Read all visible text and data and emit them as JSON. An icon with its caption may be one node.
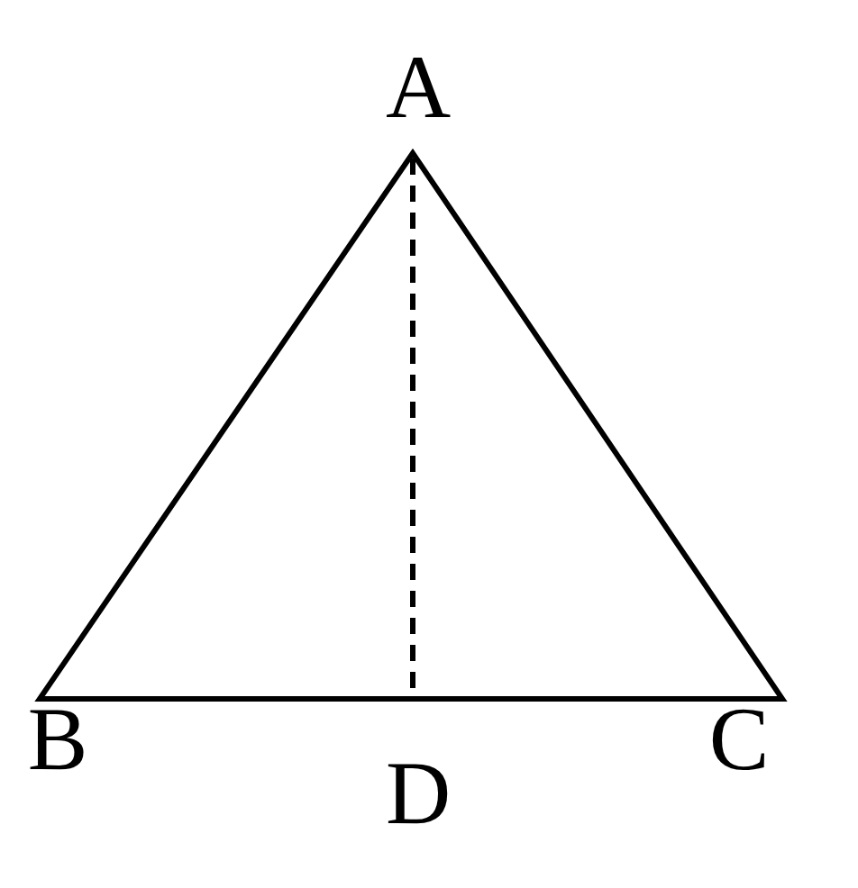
{
  "diagram": {
    "labels": [
      "A",
      "B",
      "D",
      "C"
    ]
  }
}
